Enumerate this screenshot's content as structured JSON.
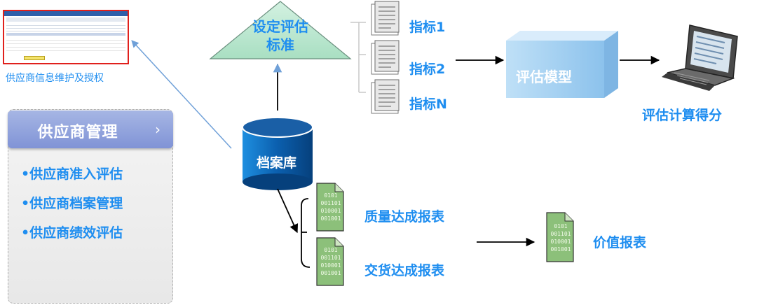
{
  "thumbnail": {
    "caption": "供应商信息维护及授权"
  },
  "panel": {
    "title": "供应商管理",
    "items": [
      "•供应商准入评估",
      "•供应商档案管理",
      "•供应商绩效评估"
    ]
  },
  "criteria": {
    "label": "设定评估标准"
  },
  "archive": {
    "label": "档案库"
  },
  "indicators": [
    "指标1",
    "指标2",
    "指标N"
  ],
  "model": {
    "label": "评估模型"
  },
  "score": {
    "label": "评估计算得分"
  },
  "reports": [
    "质量达成报表",
    "交货达成报表"
  ],
  "value_report": {
    "label": "价值报表"
  },
  "doc_digits": [
    "0101",
    "001101",
    "010001",
    "001001"
  ],
  "colors": {
    "accent": "#1f8ef0",
    "triangle": "#b8e6cf",
    "cylinder": "#0f6ab8",
    "box": "#a7d0f2",
    "panel_header": "#8c9ed9"
  }
}
